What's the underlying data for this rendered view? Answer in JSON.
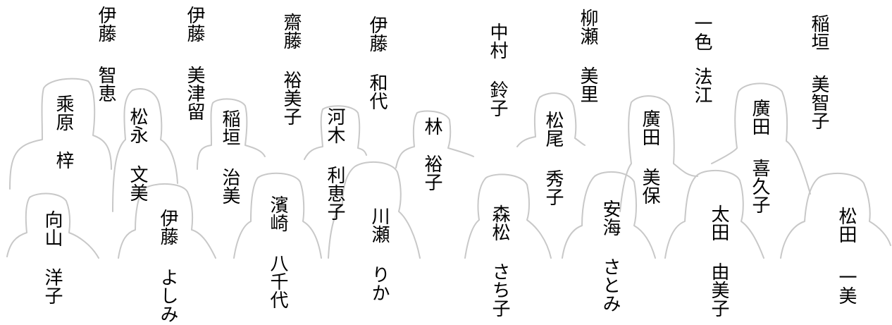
{
  "people": {
    "p1": {
      "surname": "伊藤",
      "given": "智恵"
    },
    "p2": {
      "surname": "伊藤",
      "given": "美津留"
    },
    "p3": {
      "surname": "齋藤",
      "given": "裕美子"
    },
    "p4": {
      "surname": "伊藤",
      "given": "和代"
    },
    "p5": {
      "surname": "中村",
      "given": "鈴子"
    },
    "p6": {
      "surname": "柳瀬",
      "given": "美里"
    },
    "p7": {
      "surname": "一色",
      "given": "法江"
    },
    "p8": {
      "surname": "稲垣",
      "given": "美智子"
    },
    "p9": {
      "surname": "乘原",
      "given": "梓"
    },
    "p10": {
      "surname": "松永",
      "given": "文美"
    },
    "p11": {
      "surname": "稲垣",
      "given": "治美"
    },
    "p12": {
      "surname": "河木",
      "given": "利恵子"
    },
    "p13": {
      "surname": "林",
      "given": "裕子"
    },
    "p14": {
      "surname": "松尾",
      "given": "秀子"
    },
    "p15": {
      "surname": "廣田",
      "given": "美保"
    },
    "p16": {
      "surname": "廣田",
      "given": "喜久子"
    },
    "p17": {
      "surname": "向山",
      "given": "洋子"
    },
    "p18": {
      "surname": "伊藤",
      "given": "よしみ"
    },
    "p19": {
      "surname": "濱崎",
      "given": "八千代"
    },
    "p20": {
      "surname": "川瀬",
      "given": "りか"
    },
    "p21": {
      "surname": "森松",
      "given": "さち子"
    },
    "p22": {
      "surname": "安海",
      "given": "さとみ"
    },
    "p23": {
      "surname": "太田",
      "given": "由美子"
    },
    "p24": {
      "surname": "松田",
      "given": "一美"
    }
  },
  "colors": {
    "outline": "#c8c8c8",
    "text": "#000000",
    "background": "#ffffff"
  }
}
